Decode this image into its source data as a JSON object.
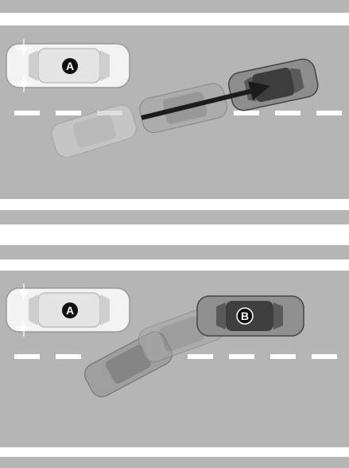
{
  "panels": [
    {
      "id": "top",
      "description": "",
      "cars": [
        {
          "role": "parked",
          "label": "A"
        }
      ]
    },
    {
      "id": "bottom",
      "cars": [
        {
          "role": "parked",
          "label": "A"
        },
        {
          "role": "moving",
          "label": "B"
        }
      ]
    }
  ],
  "colors": {
    "road": "#b5b5b5",
    "lane_marking": "#ffffff",
    "badge": "#111111",
    "car_white": "#f2f2f2",
    "car_gray": "#8a8a8a",
    "arrow": "#1c1c1c"
  },
  "icons": [
    "warning-light-icon",
    "direction-arrow-icon"
  ]
}
